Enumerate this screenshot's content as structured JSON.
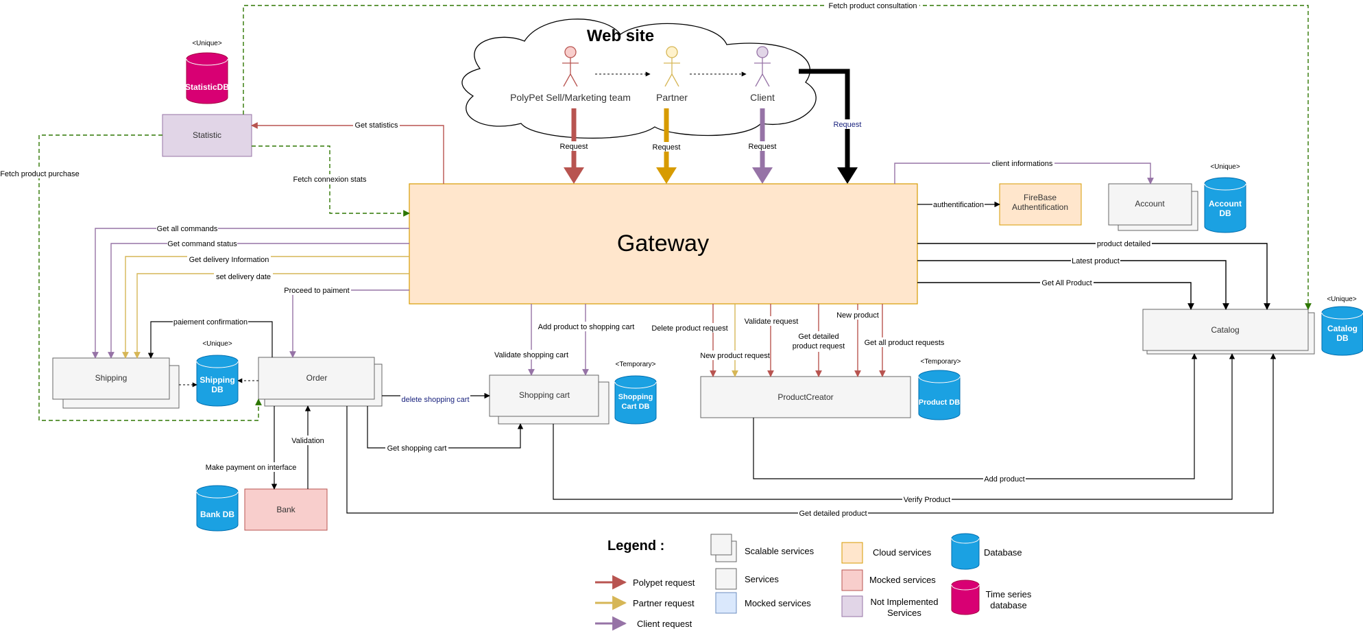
{
  "website": {
    "title": "Web site",
    "actors": {
      "polypet": "PolyPet Sell/Marketing team",
      "partner": "Partner",
      "client": "Client"
    }
  },
  "services": {
    "gateway": "Gateway",
    "statistic": "Statistic",
    "firebase": "FireBase Authentification",
    "account": "Account",
    "shipping": "Shipping",
    "order": "Order",
    "shopping_cart": "Shopping cart",
    "product_creator": "ProductCreator",
    "catalog": "Catalog",
    "bank": "Bank"
  },
  "databases": {
    "statistic_db": "StatisticDB",
    "account_db": "Account DB",
    "shipping_db": "Shipping DB",
    "shopping_cart_db": "Shopping Cart DB",
    "product_db": "Product DB",
    "catalog_db": "Catalog DB",
    "bank_db": "Bank DB"
  },
  "tags": {
    "unique": "<Unique>",
    "temporary": "<Temporary>"
  },
  "edges": {
    "fetch_product_consultation": "Fetch product consultation",
    "get_statistics": "Get statistics",
    "fetch_connexion_stats": "Fetch connexion stats",
    "fetch_product_purchase": "Fetch product purchase",
    "request": "Request",
    "client_informations": "client informations",
    "authentification": "authentification",
    "product_detailed": "product detailed",
    "latest_product": "Latest product",
    "get_all_product": "Get All Product",
    "get_all_commands": "Get all commands",
    "get_command_status": "Get command status",
    "get_delivery_information": "Get delivery Information",
    "set_delivery_date": "set delivery date",
    "proceed_to_paiment": "Proceed to paiment",
    "paiement_confirmation": "paiement confirmation",
    "validate_shopping_cart": "Validate shopping cart",
    "add_product_to_shopping_cart": "Add product to shopping cart",
    "delete_shopping_cart": "delete shopping cart",
    "get_shopping_cart": "Get shopping cart",
    "delete_product_request": "Delete product request",
    "new_product_request": "New product request",
    "validate_request": "Validate request",
    "get_detailed_product_request": "Get detailed product request",
    "new_product": "New product",
    "get_all_product_requests": "Get all product requests",
    "make_payment_on_interface": "Make payment on interface",
    "validation": "Validation",
    "add_product": "Add product",
    "verify_product": "Verify Product",
    "get_detailed_product": "Get detailed product"
  },
  "legend": {
    "title": "Legend :",
    "polypet_request": "Polypet request",
    "partner_request": "Partner request",
    "client_request": "Client request",
    "scalable_services": "Scalable services",
    "services": "Services",
    "mocked_services_blue": "Mocked services",
    "cloud_services": "Cloud services",
    "mocked_services_red": "Mocked services",
    "not_implemented_services": "Not Implemented Services",
    "database": "Database",
    "time_series_database": "Time series database"
  },
  "colors": {
    "polypet": "#b85450",
    "partner": "#d6b656",
    "client": "#9673a6",
    "green": "#2d7600",
    "database": "#1ba1e2",
    "time_series": "#d80073",
    "gateway_fill": "#ffe6cc",
    "gateway_stroke": "#d79b00",
    "statistic_fill": "#e1d5e7",
    "bank_fill": "#f8cecc",
    "service_fill": "#f5f5f5",
    "mocked_blue_fill": "#dae8fc"
  }
}
